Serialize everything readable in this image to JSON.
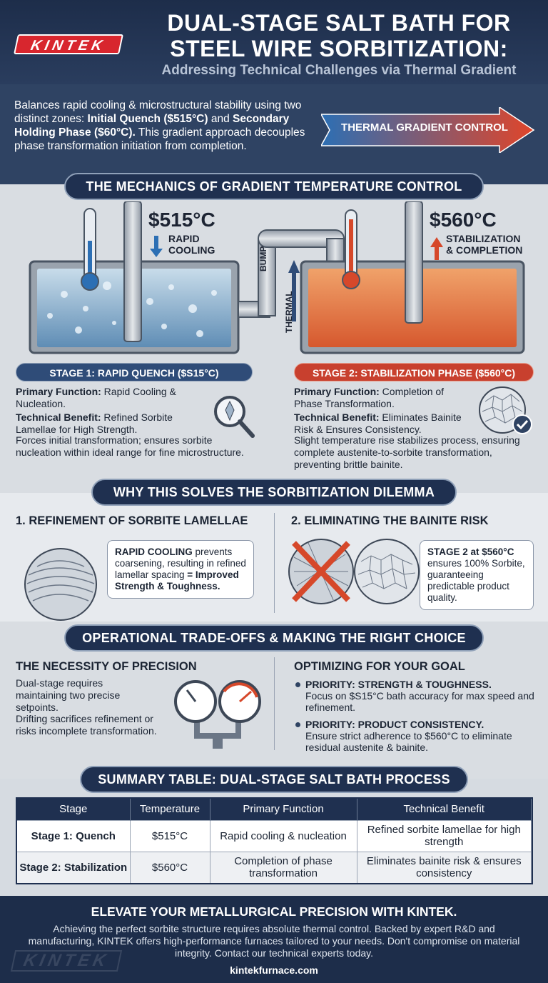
{
  "header": {
    "logo": "KINTEK",
    "title_line1": "DUAL-STAGE SALT BATH FOR",
    "title_line2": "STEEL WIRE SORBITIZATION:",
    "subtitle": "Addressing Technical Challenges via Thermal Gradient"
  },
  "intro": {
    "text_a": "Balances rapid cooling & microstructural stability using two distinct zones: ",
    "bold_a": "Initial Quench ($515°C)",
    "text_b": " and ",
    "bold_b": "Secondary Holding Phase ($60°C).",
    "text_c": " This gradient approach decouples phase transformation initiation from completion.",
    "arrow_label": "THERMAL GRADIENT CONTROL"
  },
  "mechanics": {
    "heading": "THE MECHANICS OF GRADIENT TEMPERATURE CONTROL",
    "stage1_temp": "$515°C",
    "stage1_temp_label_1": "RAPID",
    "stage1_temp_label_2": "COOLING",
    "pipe_label_1": "BUMP",
    "pipe_label_2": "THERMAL",
    "stage2_temp": "$560°C",
    "stage2_temp_label_1": "STABILIZATION",
    "stage2_temp_label_2": "& COMPLETION",
    "stage1": {
      "bar": "STAGE 1: RAPID QUENCH ($S15°C)",
      "func_label": "Primary Function:",
      "func_value": " Rapid Cooling & Nucleation.",
      "benefit_label": "Technical Benefit:",
      "benefit_value": " Refined Sorbite Lamellae for High Strength.",
      "desc": "Forces initial transformation; ensures sorbite nucleation within ideal range for fine microstructure."
    },
    "stage2": {
      "bar": "STAGE 2: STABILIZATION PHASE ($560°C)",
      "func_label": "Primary Function:",
      "func_value": " Completion of Phase Transformation.",
      "benefit_label": "Technical Benefit:",
      "benefit_value": " Eliminates Bainite Risk & Ensures Consistency.",
      "desc": "Slight temperature rise stabilizes process, ensuring complete austenite-to-sorbite transformation, preventing brittle bainite."
    }
  },
  "why": {
    "heading": "WHY THIS SOLVES THE SORBITIZATION DILEMMA",
    "left_title": "1. REFINEMENT OF SORBITE LAMELLAE",
    "left_bold": "RAPID COOLING",
    "left_text": " prevents coarsening, resulting in refined lamellar spacing ",
    "left_bold2": "= Improved Strength & Toughness.",
    "right_title": "2. ELIMINATING THE BAINITE RISK",
    "right_bold": "STAGE 2 at $560°C",
    "right_text": " ensures 100% Sorbite, guaranteeing predictable product quality."
  },
  "tradeoffs": {
    "heading": "OPERATIONAL TRADE-OFFS & MAKING THE RIGHT CHOICE",
    "left_title": "THE NECESSITY OF PRECISION",
    "left_p1": "Dual-stage requires maintaining two precise setpoints.",
    "left_p2": "Drifting sacrifices refinement or risks incomplete transformation.",
    "right_title": "OPTIMIZING FOR YOUR GOAL",
    "bullets": [
      {
        "bold": "PRIORITY: STRENGTH & TOUGHNESS.",
        "text": "Focus on $S15°C bath accuracy for max speed and refinement."
      },
      {
        "bold": "PRIORITY: PRODUCT CONSISTENCY.",
        "text": "Ensure strict adherence to $560°C to eliminate residual austenite & bainite."
      }
    ]
  },
  "summary": {
    "heading": "SUMMARY TABLE: DUAL-STAGE SALT BATH PROCESS",
    "columns": [
      "Stage",
      "Temperature",
      "Primary Function",
      "Technical Benefit"
    ],
    "rows": [
      [
        "Stage 1: Quench",
        "$515°C",
        "Rapid cooling & nucleation",
        "Refined sorbite lamellae for high strength"
      ],
      [
        "Stage 2: Stabilization",
        "$560°C",
        "Completion of phase transformation",
        "Eliminates bainite risk & ensures consistency"
      ]
    ]
  },
  "footer": {
    "title": "ELEVATE YOUR METALLURGICAL PRECISION WITH KINTEK.",
    "text": "Achieving the perfect sorbite structure requires absolute thermal control. Backed by expert R&D and manufacturing, KINTEK offers high-performance furnaces tailored to your needs. Don't compromise on material integrity. Contact our technical experts today.",
    "url": "kintekfurnace.com",
    "watermark": "KINTEK"
  },
  "colors": {
    "navy": "#1f3050",
    "stage1_blue": "#2f4c78",
    "stage2_red": "#c8402e",
    "arrow_start": "#2c6fb4",
    "arrow_end": "#e0452a"
  }
}
